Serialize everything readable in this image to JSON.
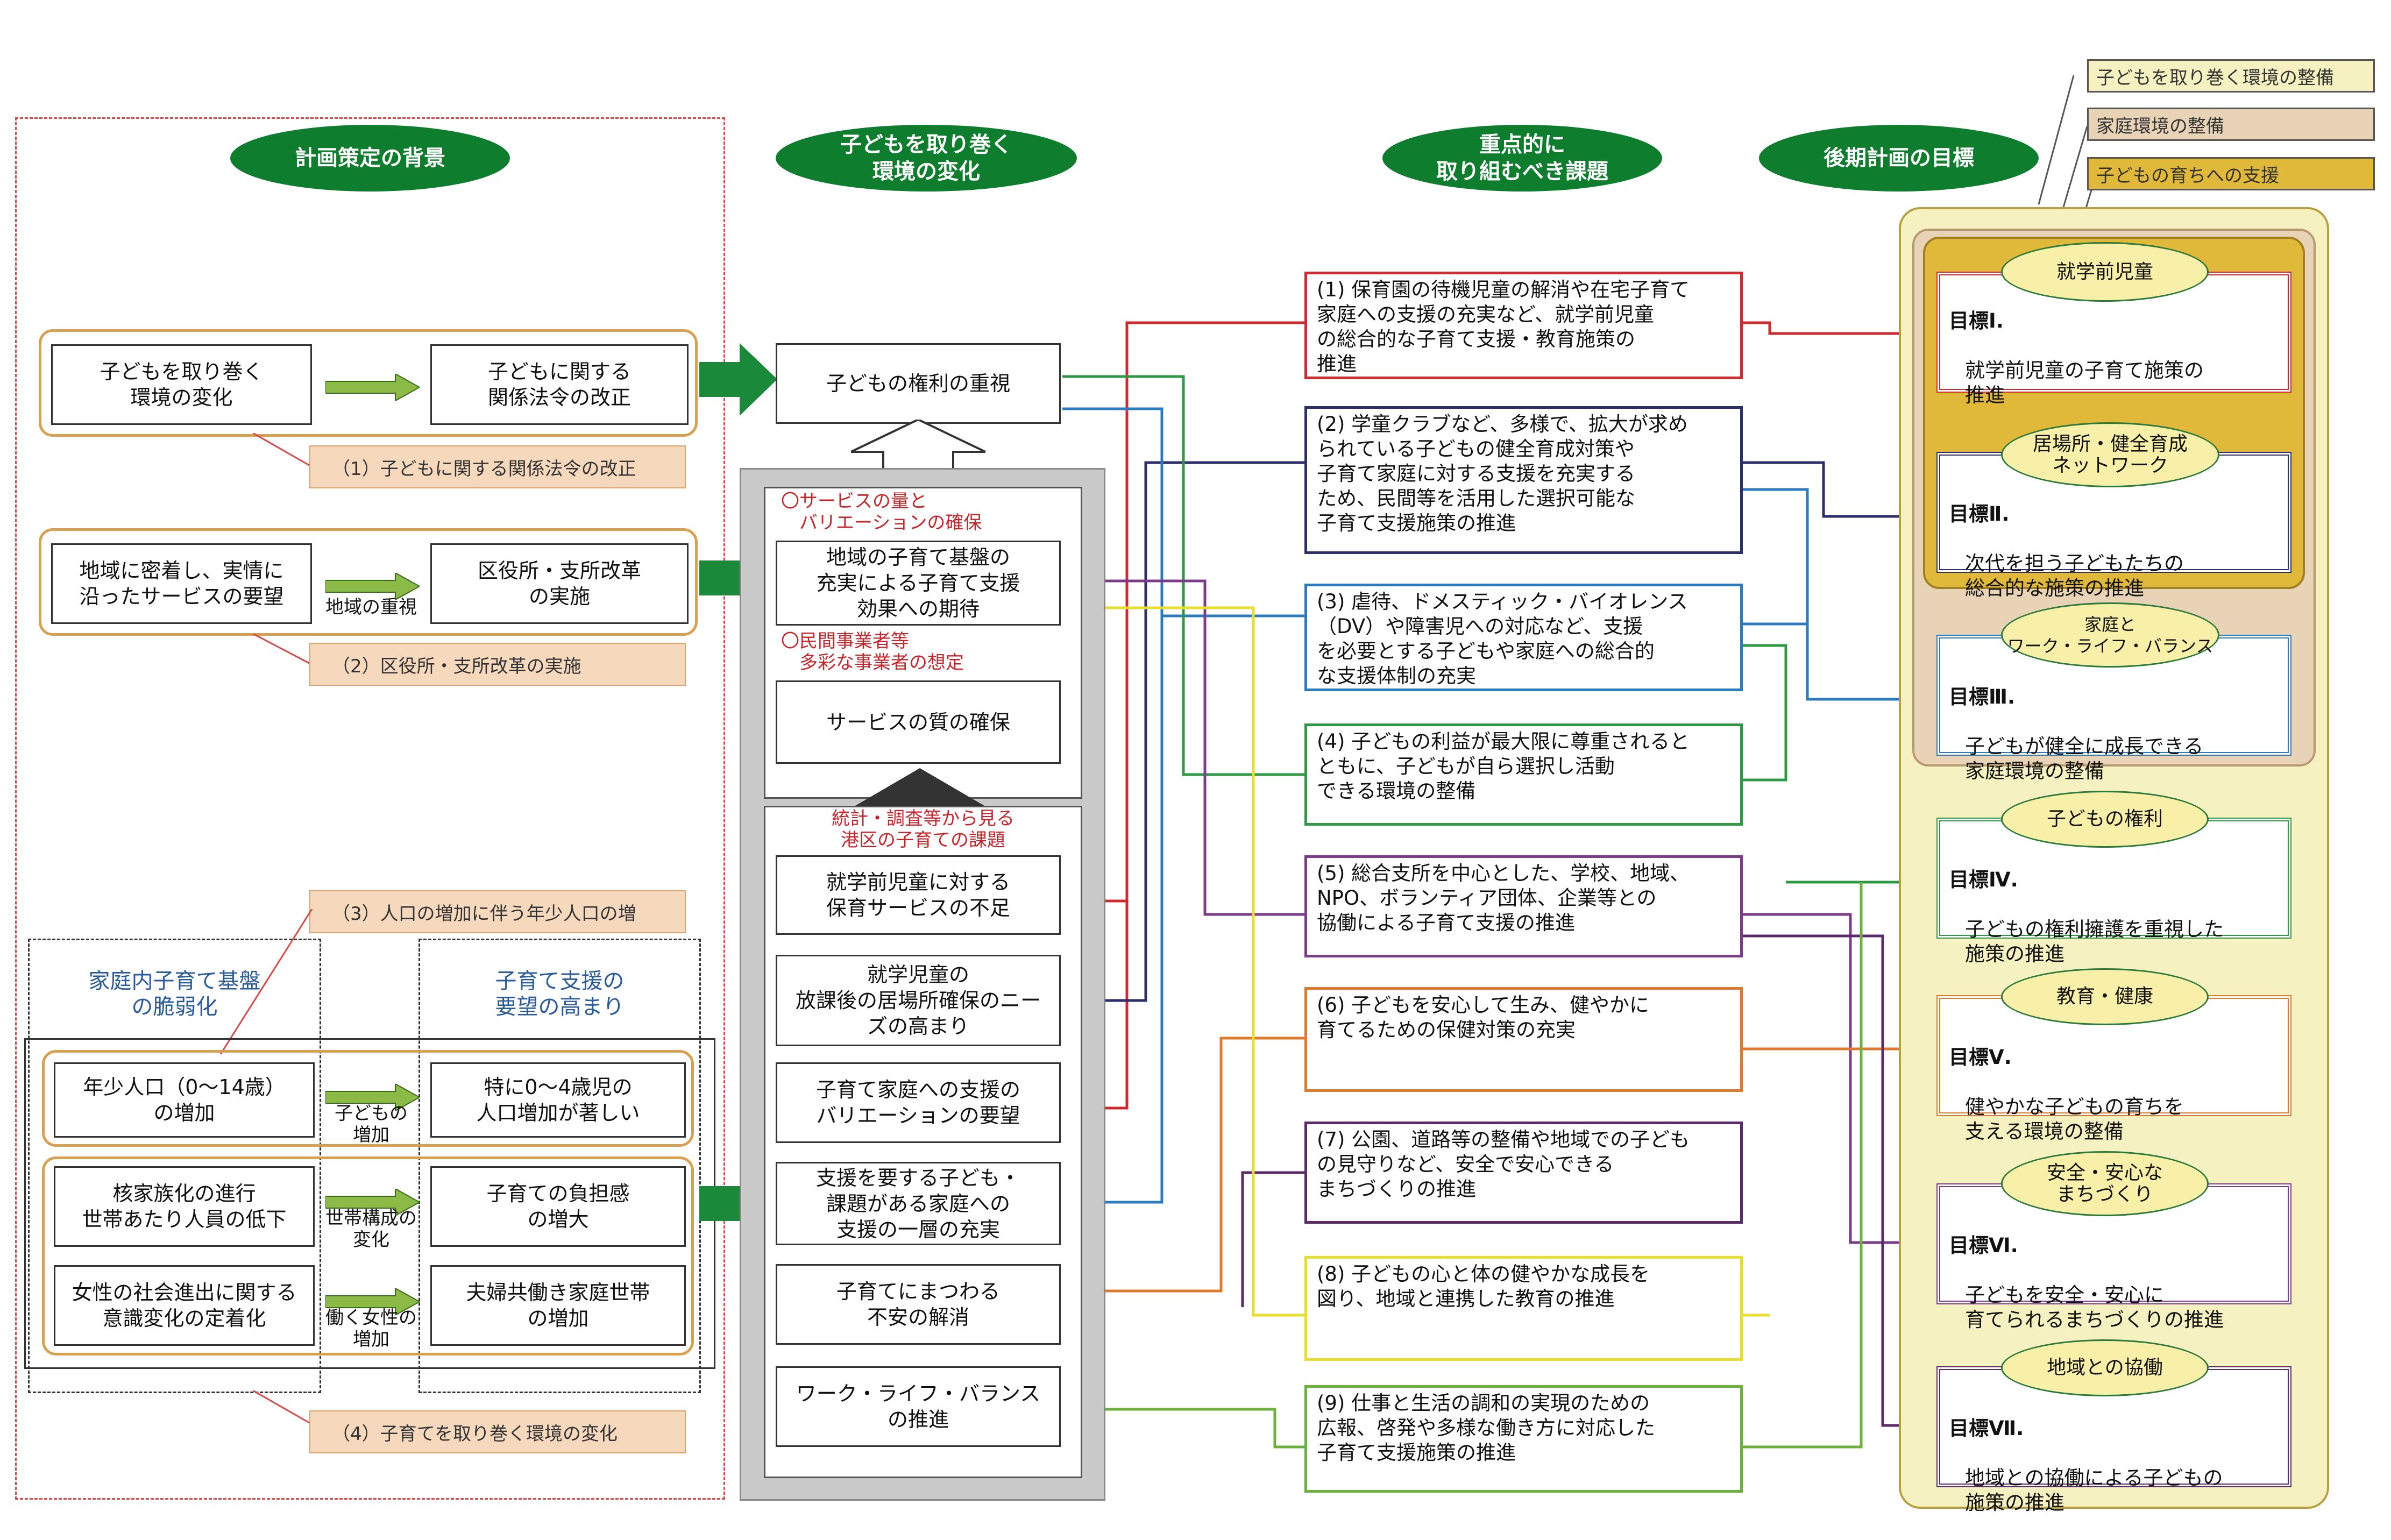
{
  "headers": {
    "background": "計画策定の背景",
    "environment_change": "子どもを取り巻く\n環境の変化",
    "priority_issues": "重点的に\n取り組むべき課題",
    "goals": "後期計画の目標"
  },
  "legend": {
    "environment": "子どもを取り巻く環境の整備",
    "family": "家庭環境の整備",
    "growth": "子どもの育ちへの支援"
  },
  "background": {
    "row1": {
      "left": "子どもを取り巻く\n環境の変化",
      "right": "子どもに関する\n関係法令の改正",
      "tag": "（1）子どもに関する関係法令の改正"
    },
    "row2": {
      "left": "地域に密着し、実情に\n沿ったサービスの要望",
      "arrow_label": "地域の重視",
      "right": "区役所・支所改革\nの実施",
      "tag": "（2）区役所・支所改革の実施"
    },
    "tag3": "（3）人口の増加に伴う年少人口の増",
    "col_left_title": "家庭内子育て基盤\nの脆弱化",
    "col_right_title": "子育て支援の\n要望の高まり",
    "row3": {
      "left": "年少人口（0～14歳）\nの増加",
      "arrow_label": "子どもの\n増加",
      "right": "特に0～4歳児の\n人口増加が著しい"
    },
    "row4": {
      "left": "核家族化の進行\n世帯あたり人員の低下",
      "arrow_label": "世帯構成の\n変化",
      "right": "子育ての負担感\nの増大"
    },
    "row5": {
      "left": "女性の社会進出に関する\n意識変化の定着化",
      "arrow_label": "働く女性の\n増加",
      "right": "夫婦共働き家庭世帯\nの増加"
    },
    "tag4": "（4）子育てを取り巻く環境の変化"
  },
  "changes": {
    "rights": "子どもの権利の重視",
    "note_quantity": "〇サービスの量と\n　バリエーションの確保",
    "community": "地域の子育て基盤の\n充実による子育て支援\n効果への期待",
    "note_providers": "〇民間事業者等\n　多彩な事業者の想定",
    "quality": "サービスの質の確保",
    "stats_note": "統計・調査等から見る\n港区の子育ての課題",
    "items": [
      "就学前児童に対する\n保育サービスの不足",
      "就学児童の\n放課後の居場所確保のニー\nズの高まり",
      "子育て家庭への支援の\nバリエーションの要望",
      "支援を要する子ども・\n課題がある家庭への\n支援の一層の充実",
      "子育てにまつわる\n不安の解消",
      "ワーク・ライフ・バランス\nの推進"
    ]
  },
  "issues": [
    {
      "text": "(1) 保育園の待機児童の解消や在宅子育て\n家庭への支援の充実など、就学前児童\nの総合的な子育て支援・教育施策の\n推進",
      "color": "#cf2a2f"
    },
    {
      "text": "(2) 学童クラブなど、多様で、拡大が求め\nられている子どもの健全育成対策や\n子育て家庭に対する支援を充実する\nため、民間等を活用した選択可能な\n子育て支援施策の推進",
      "color": "#2c2f6b"
    },
    {
      "text": "(3) 虐待、ドメスティック・バイオレンス\n（DV）や障害児への対応など、支援\nを必要とする子どもや家庭への総合的\nな支援体制の充実",
      "color": "#2a7bbf"
    },
    {
      "text": "(4) 子どもの利益が最大限に尊重されると\nともに、子どもが自ら選択し活動\nできる環境の整備",
      "color": "#2f9a45"
    },
    {
      "text": "(5) 総合支所を中心とした、学校、地域、\nNPO、ボランティア団体、企業等との\n協働による子育て支援の推進",
      "color": "#7d3b8c"
    },
    {
      "text": "(6) 子どもを安心して生み、健やかに\n育てるための保健対策の充実",
      "color": "#e07a2a"
    },
    {
      "text": "(7) 公園、道路等の整備や地域での子ども\nの見守りなど、安全で安心できる\nまちづくりの推進",
      "color": "#5a2a6b"
    },
    {
      "text": "(8) 子どもの心と体の健やかな成長を\n図り、地域と連携した教育の推進",
      "color": "#e8df2a"
    },
    {
      "text": "(9) 仕事と生活の調和の実現のための\n広報、啓発や多様な働き方に対応した\n子育て支援施策の推進",
      "color": "#6ab23a"
    }
  ],
  "goals": [
    {
      "head": "就学前児童",
      "title": "目標Ⅰ.",
      "text": "就学前児童の子育て施策の\n推進",
      "color": "#cf2a2f"
    },
    {
      "head": "居場所・健全育成\nネットワーク",
      "title": "目標Ⅱ.",
      "text": "次代を担う子どもたちの\n総合的な施策の推進",
      "color": "#2c2f6b"
    },
    {
      "head": "家庭と\nワーク・ライフ・バランス",
      "title": "目標Ⅲ.",
      "text": "子どもが健全に成長できる\n家庭環境の整備",
      "color": "#2a7bbf"
    },
    {
      "head": "子どもの権利",
      "title": "目標Ⅳ.",
      "text": "子どもの権利擁護を重視した\n施策の推進",
      "color": "#2f9a45"
    },
    {
      "head": "教育・健康",
      "title": "目標Ⅴ.",
      "text": "健やかな子どもの育ちを\n支える環境の整備",
      "color": "#e07a2a"
    },
    {
      "head": "安全・安心な\nまちづくり",
      "title": "目標Ⅵ.",
      "text": "子どもを安全・安心に\n育てられるまちづくりの推進",
      "color": "#7d3b8c"
    },
    {
      "head": "地域との協働",
      "title": "目標Ⅶ.",
      "text": "地域との協働による子どもの\n施策の推進",
      "color": "#5a2a6b"
    }
  ],
  "colors": {
    "header_green": "#0f7d2e",
    "env_fill": "#f6f1c0",
    "family_fill": "#e8d3b6",
    "growth_fill": "#e0b83a",
    "orange_frame": "#d9a050"
  }
}
